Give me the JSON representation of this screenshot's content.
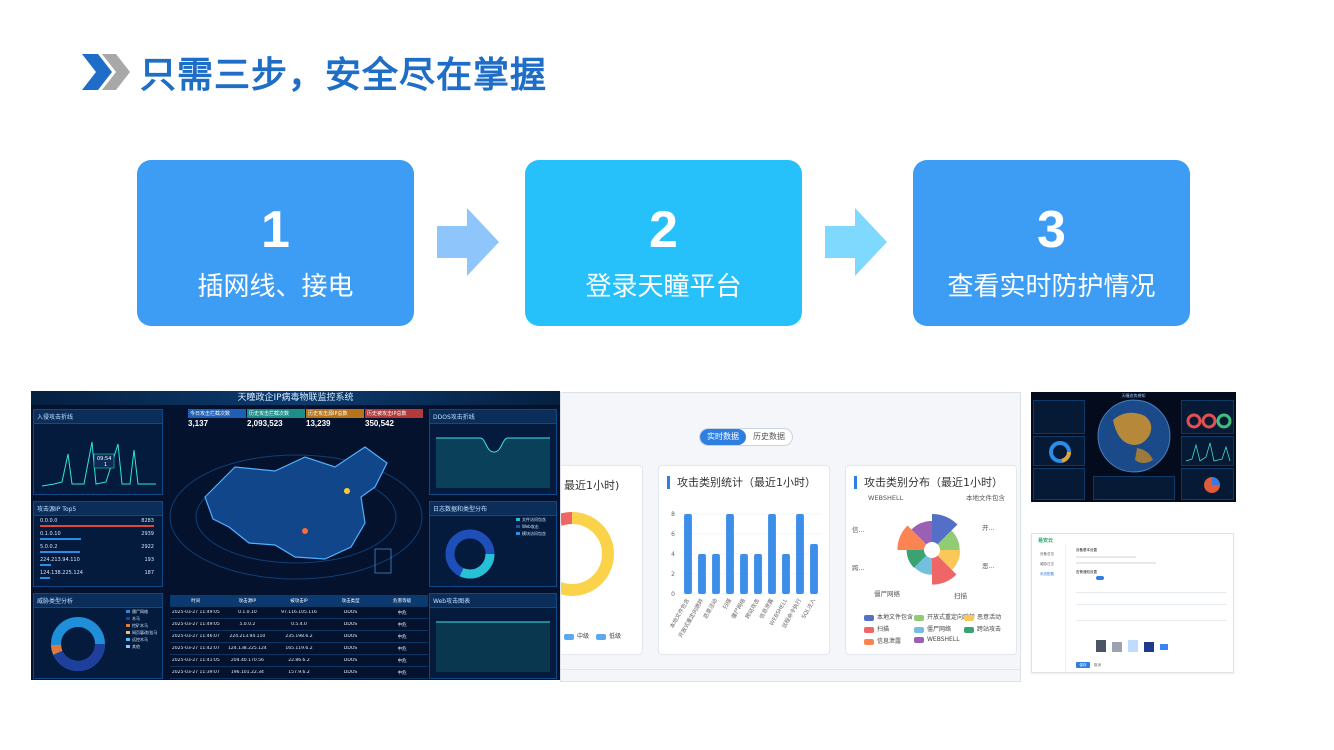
{
  "header": {
    "title": "只需三步，安全尽在掌握"
  },
  "steps": [
    {
      "number": "1",
      "label": "插网线、接电"
    },
    {
      "number": "2",
      "label": "登录天瞳平台"
    },
    {
      "number": "3",
      "label": "查看实时防护情况"
    }
  ],
  "colors": {
    "brand": "#1e6dc7",
    "step_blue": "#3d9df5",
    "step_cyan": "#26c1fb",
    "arrow1": "#8ec5fb",
    "arrow2": "#7fd8fd"
  },
  "dashboard": {
    "title": "天瞳政企IP病毒物联监控系统",
    "stats": [
      {
        "label": "今日攻击拦截次数",
        "value": "3,137"
      },
      {
        "label": "历史攻击拦截次数",
        "value": "2,093,523"
      },
      {
        "label": "历史攻击源IP总数",
        "value": "13,239"
      },
      {
        "label": "历史被攻击IP总数",
        "value": "350,542"
      }
    ],
    "panels": {
      "intrusion": "入侵攻击折线",
      "top5": "攻击源IP Top5",
      "threat": "威胁类型分析",
      "ddos": "DDOS攻击折线",
      "log": "日志数据和类型分布",
      "web": "Web攻击图表"
    },
    "line_tooltip": {
      "time": "09:54",
      "value": "1"
    },
    "top5": [
      {
        "ip": "0.0.0.0",
        "count": "8283"
      },
      {
        "ip": "0.1.0.10",
        "count": "2939"
      },
      {
        "ip": "5.0.0.2",
        "count": "2922"
      },
      {
        "ip": "224.213.94.110",
        "count": "193"
      },
      {
        "ip": "124.138.225.124",
        "count": "187"
      }
    ],
    "table": {
      "headers": [
        "时间",
        "攻击源IP",
        "被攻击IP",
        "攻击类型",
        "危害等级"
      ],
      "rows": [
        [
          "2025-03-27 11:49:05",
          "0.1.0.10",
          "97.116.105.116",
          "DDOS",
          "中危"
        ],
        [
          "2025-03-27 11:49:05",
          "5.0.0.2",
          "0.5.4.0",
          "DDOS",
          "中危"
        ],
        [
          "2025-03-27 11:46:07",
          "224.213.94.110",
          "235.198.6.2",
          "DDOS",
          "中危"
        ],
        [
          "2025-03-27 11:42:07",
          "124.138.225.124",
          "165.119.6.2",
          "DDOS",
          "中危"
        ],
        [
          "2025-03-27 11:41:05",
          "204.40.170.56",
          "22.86.6.2",
          "DDOS",
          "中危"
        ],
        [
          "2025-03-27 11:39:07",
          "196.101.22.34",
          "157.9.6.2",
          "DDOS",
          "中危"
        ]
      ]
    },
    "log_legend": [
      "文件访问包含",
      "Web攻击",
      "模块访问包含"
    ],
    "threat_legend": [
      "僵尸网络",
      "木马",
      "挖矿木马",
      "网页篡改/挂马",
      "远控木马",
      "其他"
    ]
  },
  "stats_page": {
    "tabs": {
      "active": "实时数据",
      "inactive": "历史数据"
    },
    "card_left_title": "最近1小时)",
    "card_left_legend": [
      "中级",
      "低级"
    ],
    "bar_card_title": "攻击类别统计（最近1小时）",
    "pie_card_title": "攻击类别分布（最近1小时）",
    "chart_data": [
      {
        "type": "bar",
        "title": "攻击类别统计（最近1小时）",
        "categories": [
          "本地文件包含",
          "开放式重定向跳转",
          "恶意活动",
          "扫描",
          "僵尸网络",
          "跨站攻击",
          "信息泄露",
          "WEBSHELL",
          "远程命令执行",
          "SQL注入"
        ],
        "values": [
          8,
          4,
          4,
          8,
          4,
          4,
          8,
          4,
          8,
          5
        ],
        "ylim": [
          0,
          8
        ],
        "yticks": [
          "0",
          "2",
          "4",
          "6",
          "8"
        ]
      },
      {
        "type": "pie",
        "title": "攻击类别分布（最近1小时）",
        "categories": [
          "本地文件包含",
          "开放式重定向跳转",
          "恶意活动",
          "扫描",
          "僵尸网络",
          "跨站攻击",
          "信息泄露",
          "WEBSHELL"
        ],
        "colors": [
          "#5470c6",
          "#91cc75",
          "#fac858",
          "#ee6666",
          "#73c0de",
          "#3ba272",
          "#fc8452",
          "#9a60b4"
        ],
        "radii": [
          1.0,
          0.7,
          0.72,
          0.95,
          0.6,
          0.62,
          0.95,
          0.75
        ],
        "outer_labels": [
          "本地文件包含",
          "开...",
          "恶...",
          "扫描",
          "僵尸网络",
          "跨...",
          "信...",
          "WEBSHELL"
        ]
      }
    ]
  },
  "globe_page": {
    "title": "天瞳态势感知"
  },
  "settings_page": {
    "brand": "易安云",
    "side_items": [
      "设备总览",
      "威胁日志",
      "系统配置"
    ],
    "section1": "设备基本设置",
    "section2": "告警通知设置",
    "save_label": "保存",
    "cancel_label": "取消"
  }
}
